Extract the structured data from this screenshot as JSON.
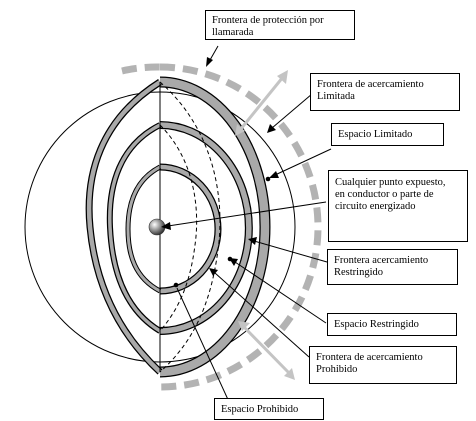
{
  "labels": {
    "flash": {
      "line1": "Frontera de protección por",
      "line2": "llamarada"
    },
    "limited_boundary": {
      "line1": "Frontera de acercamiento",
      "line2": "Limitada"
    },
    "limited_space": {
      "text": "Espacio Limitado"
    },
    "exposed_point": {
      "line1": "Cualquier punto expuesto,",
      "line2": "en conductor o parte de",
      "line3": "circuito energizado"
    },
    "restricted_boundary": {
      "line1": "Frontera acercamiento",
      "line2": "Restringido"
    },
    "restricted_space": {
      "text": "Espacio Restringido"
    },
    "prohibited_boundary": {
      "line1": "Frontera de acercamiento",
      "line2": "Prohibido"
    },
    "prohibited_space": {
      "text": "Espacio Prohibido"
    }
  },
  "colors": {
    "band": "#a9a9a9",
    "dash_ring": "#b3b3b3",
    "arrow": "#c4c4c4",
    "line": "#000000"
  }
}
